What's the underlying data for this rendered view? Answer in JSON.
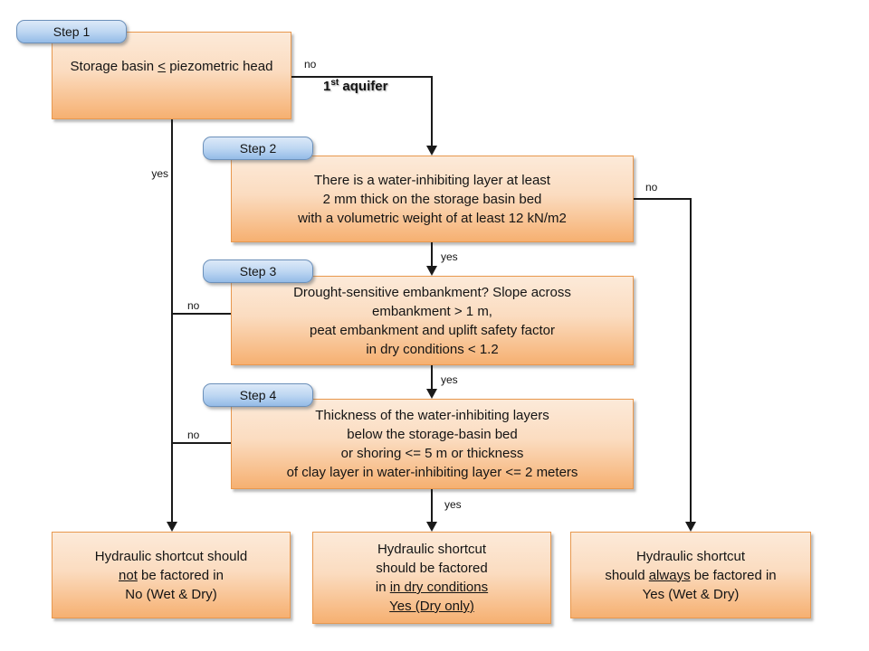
{
  "step_labels": {
    "step1": "Step 1",
    "step2": "Step 2",
    "step3": "Step 3",
    "step4": "Step 4"
  },
  "boxes": {
    "step1": {
      "pre": "Storage basin ",
      "u": "<",
      "post": " piezometric head"
    },
    "step2": {
      "l1": "There is a water-inhibiting layer at least",
      "l2": "2 mm thick on the storage basin bed",
      "l3": "with a volumetric weight of at least 12 kN/m2"
    },
    "step3": {
      "l1": "Drought-sensitive embankment? Slope across",
      "l2": "embankment > 1 m,",
      "l3": "peat embankment and uplift safety factor",
      "l4": "in dry conditions < 1.2"
    },
    "step4": {
      "l1": "Thickness of the water-inhibiting layers",
      "l2": "below the storage-basin bed",
      "l3": "or shoring <= 5 m or thickness",
      "l4": "of clay layer in water-inhibiting layer <= 2 meters"
    },
    "outcome_not": {
      "l1": "Hydraulic shortcut should",
      "l2_u": "not",
      "l2_post": " be factored in",
      "l3": "No (Wet & Dry)"
    },
    "outcome_dry": {
      "l1": "Hydraulic shortcut",
      "l2": "should be factored",
      "l3_pre": "in ",
      "l3_u": "in dry conditions",
      "l4_u": "Yes (Dry only)"
    },
    "outcome_always": {
      "l1": "Hydraulic shortcut",
      "l2_pre": "should ",
      "l2_u": "always",
      "l2_post": " be factored in",
      "l3": "Yes (Wet & Dry)"
    }
  },
  "edges": {
    "step1_no": "no",
    "aquifer_num": "1",
    "aquifer_sup": "st",
    "aquifer_word": " aquifer",
    "step1_yes": "yes",
    "step2_yes": "yes",
    "step2_no": "no",
    "step3_no": "no",
    "step3_yes": "yes",
    "step4_no": "no",
    "step4_yes": "yes"
  },
  "colors": {
    "box_fill_top": "#fcead9",
    "box_fill_bottom": "#f6b071",
    "box_border": "#e8984e",
    "label_fill_top": "#dce9f8",
    "label_fill_bottom": "#94bbe7",
    "label_border": "#6b90ba",
    "line": "#1a1a1a"
  }
}
